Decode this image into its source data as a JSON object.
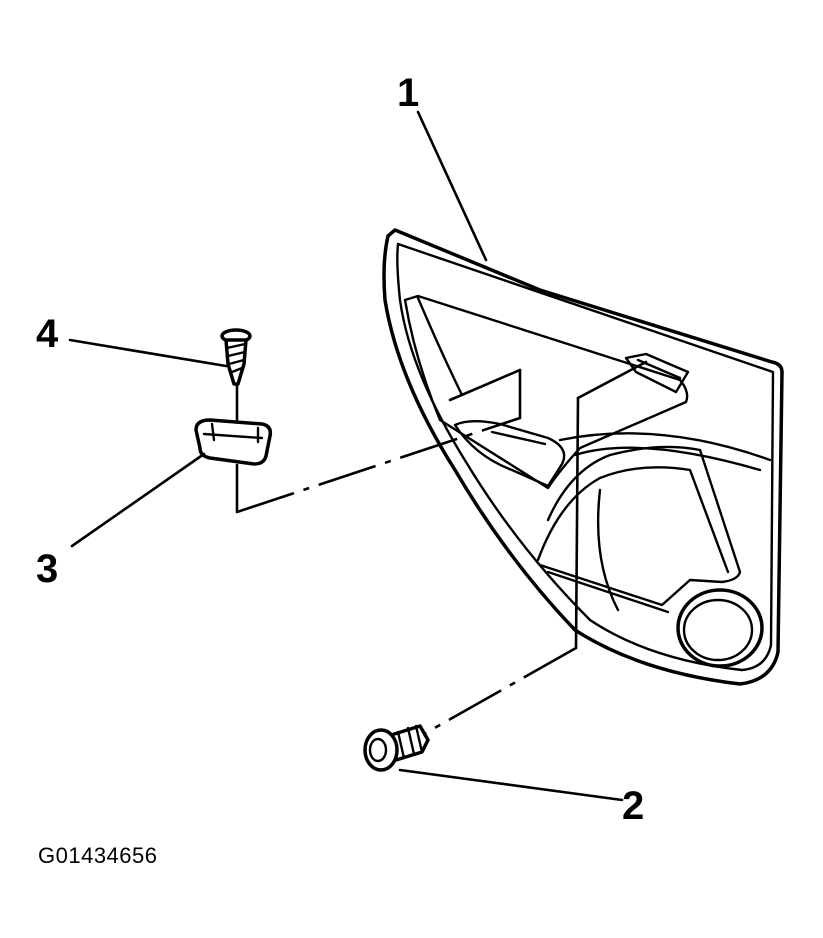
{
  "callouts": {
    "door_trim_panel": "1",
    "push_pin_retainer": "2",
    "bracket_clip": "3",
    "screw": "4"
  },
  "figure_id": "G01434656"
}
